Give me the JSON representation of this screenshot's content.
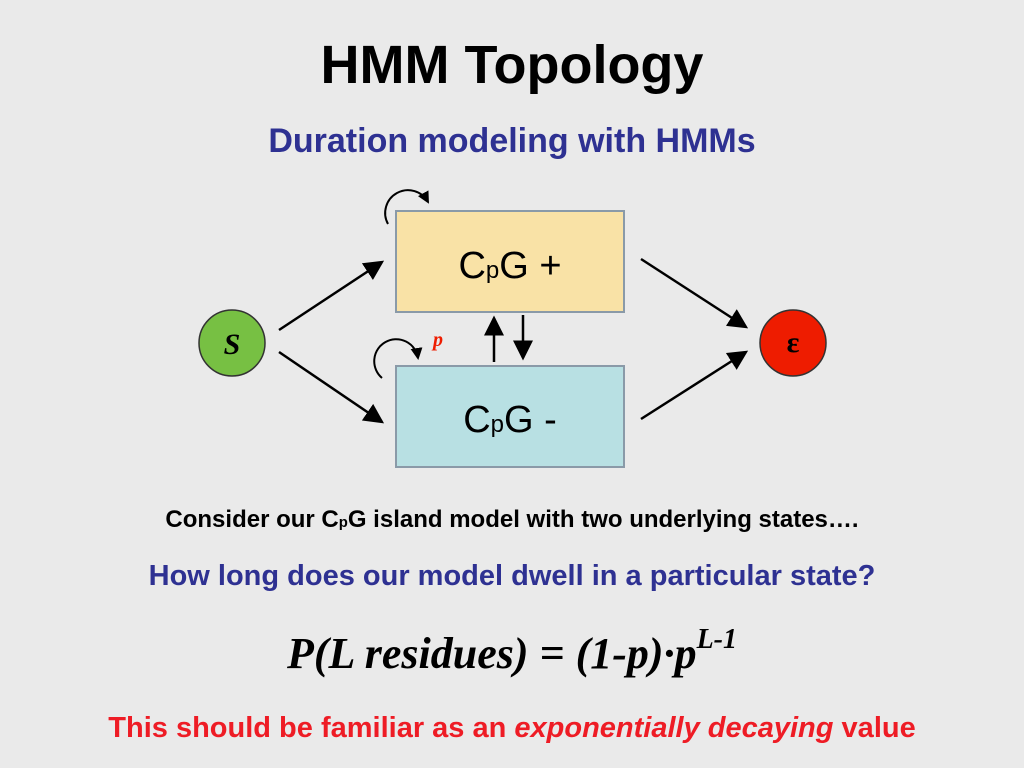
{
  "slide": {
    "title": "HMM Topology",
    "subtitle": "Duration modeling with HMMs"
  },
  "diagram": {
    "start": {
      "label": "S",
      "color": "#77c043"
    },
    "end": {
      "label": "ε",
      "color": "#ee1c00"
    },
    "state_plus": {
      "prefix": "C",
      "small": "p",
      "suffix": "G +",
      "color": "#f9e2a6"
    },
    "state_minus": {
      "prefix": "C",
      "small": "p",
      "suffix": "G -",
      "color": "#b8e0e3"
    },
    "self_loop_label": "p"
  },
  "text": {
    "consider_pre": "Consider our C",
    "consider_small": "p",
    "consider_post": "G island model with two underlying states….",
    "question": "How long does our model dwell in a particular state?",
    "formula_main": "P(L residues) = (1-p)·p",
    "formula_sup": "L-1",
    "conclusion_pre": "This should be familiar as an ",
    "conclusion_em": "exponentially decaying",
    "conclusion_post": " value"
  }
}
